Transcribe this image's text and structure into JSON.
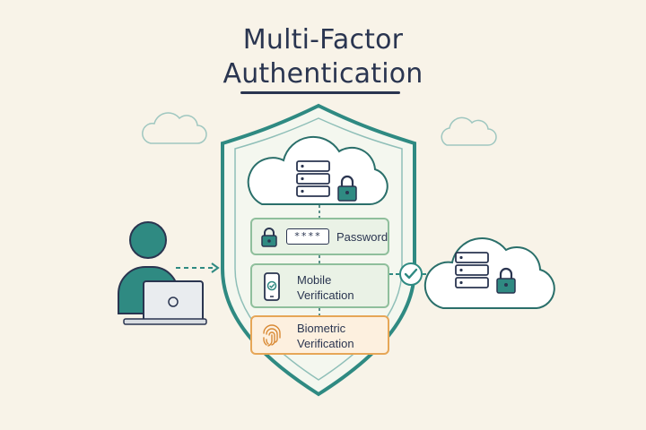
{
  "title": {
    "line1": "Multi-Factor",
    "line2": "Authentication"
  },
  "factors": [
    {
      "label": "Password",
      "field_mask": "****",
      "icon": "padlock-icon"
    },
    {
      "label_line1": "Mobile",
      "label_line2": "Verification",
      "icon": "smartphone-check-icon"
    },
    {
      "label_line1": "Biometric",
      "label_line2": "Verification",
      "icon": "fingerprint-icon"
    }
  ],
  "icons": {
    "user": "user-at-laptop-icon",
    "cloud_server": "cloud-server-locked-icon",
    "access_granted": "checkmark-icon",
    "shield": "shield-icon"
  },
  "colors": {
    "background": "#f8f3e8",
    "teal": "#2f8a82",
    "teal_dark": "#2a6f6a",
    "navy": "#2a3550",
    "green_border": "#8fbf9c",
    "orange": "#e6a657"
  }
}
